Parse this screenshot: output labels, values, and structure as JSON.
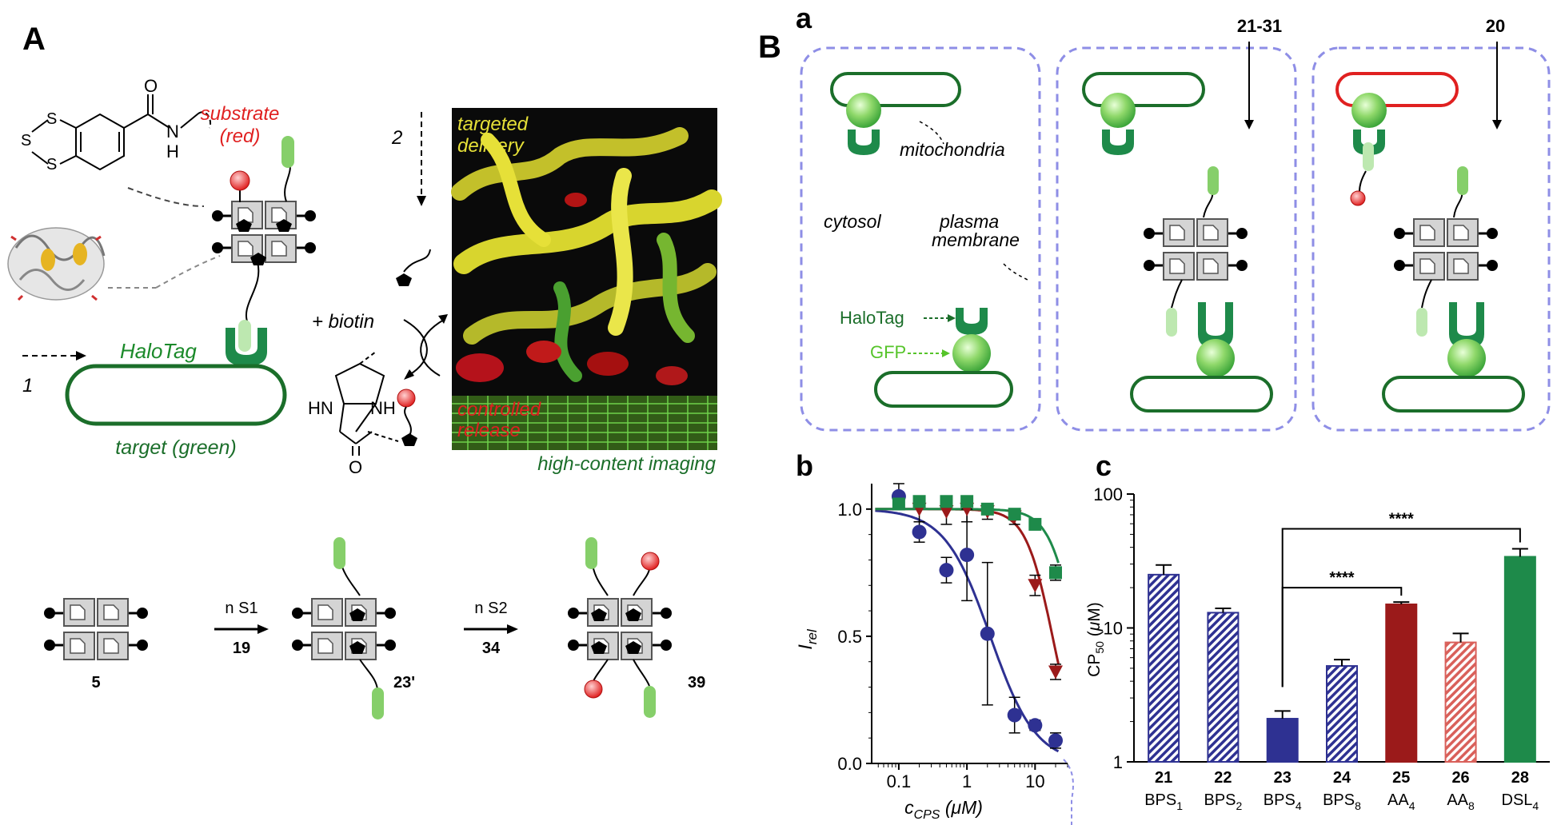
{
  "panel_A": {
    "label": "A",
    "substrate": [
      "substrate",
      "(red)"
    ],
    "step1": "1",
    "step2": "2",
    "halotag": "HaloTag",
    "target": "target (green)",
    "biotin": "+ biotin",
    "micro_top": [
      "targeted",
      "delivery"
    ],
    "micro_bottom": [
      "controlled",
      "release"
    ],
    "micro_caption": "high-content imaging",
    "chem": {
      "O": "O",
      "N": "N",
      "H": "H",
      "S": "S",
      "HN": "HN",
      "NH": "NH"
    },
    "scheme": {
      "compounds": [
        "5",
        "23'",
        "39"
      ],
      "arrows": [
        {
          "reagent": "n S1",
          "number": "19"
        },
        {
          "reagent": "n S2",
          "number": "34"
        }
      ]
    }
  },
  "panel_B": {
    "label": "B",
    "a": {
      "label": "a",
      "mitochondria": "mitochondria",
      "cytosol": "cytosol",
      "plasma": [
        "plasma",
        "membrane"
      ],
      "halotag": "HaloTag",
      "gfp": "GFP",
      "arrow2": "21-31",
      "arrow3": "20"
    },
    "b": {
      "label": "b"
    },
    "c": {
      "label": "c"
    }
  },
  "chart_data": [
    {
      "type": "line",
      "panel": "b",
      "xlabel": "cCPS (μM)",
      "ylabel": "Irel",
      "x_scale": "log",
      "xticks": [
        "0.1",
        "1",
        "10"
      ],
      "yticks": [
        "0.0",
        "0.5",
        "1.0"
      ],
      "ylim": [
        0,
        1.1
      ],
      "series": [
        {
          "color": "#2e3192",
          "marker": "circle",
          "x": [
            0.1,
            0.2,
            0.5,
            1,
            2,
            5,
            10,
            20
          ],
          "y": [
            1.05,
            0.91,
            0.76,
            0.82,
            0.51,
            0.19,
            0.15,
            0.09
          ],
          "err": [
            0.05,
            0.04,
            0.05,
            0.18,
            0.28,
            0.07,
            0.02,
            0.03
          ]
        },
        {
          "color": "#9b1a1a",
          "marker": "triangle-down",
          "x": [
            0.2,
            0.5,
            1,
            2,
            5,
            10,
            20
          ],
          "y": [
            1.0,
            0.99,
            1.0,
            0.99,
            0.97,
            0.7,
            0.36
          ],
          "err": [
            0.05,
            0.05,
            0.05,
            0.03,
            0.03,
            0.04,
            0.03
          ]
        },
        {
          "color": "#1e8a4a",
          "marker": "square",
          "x": [
            0.1,
            0.2,
            0.5,
            1,
            2,
            5,
            10,
            20
          ],
          "y": [
            1.02,
            1.03,
            1.03,
            1.03,
            1.0,
            0.98,
            0.94,
            0.75
          ],
          "err": [
            0.02,
            0.02,
            0.02,
            0.02,
            0.02,
            0.02,
            0.02,
            0.03
          ]
        }
      ]
    },
    {
      "type": "bar",
      "panel": "c",
      "ylabel": "CP50 (μM)",
      "y_scale": "log",
      "ylim": [
        1,
        100
      ],
      "yticks": [
        "1",
        "10",
        "100"
      ],
      "categories": [
        "21",
        "22",
        "23",
        "24",
        "25",
        "26",
        "28"
      ],
      "names": [
        "BPS1",
        "BPS2",
        "BPS4",
        "BPS8",
        "AA4",
        "AA8",
        "DSL4"
      ],
      "values": [
        25,
        13,
        2.1,
        5.2,
        15,
        7.8,
        34
      ],
      "errors": [
        4.5,
        1.0,
        0.3,
        0.6,
        0.6,
        1.3,
        5
      ],
      "fills": [
        "#2e3192",
        "#2e3192",
        "#2e3192",
        "#2e3192",
        "#9b1a1a",
        "#d9605a",
        "#1e8a4a"
      ],
      "hatched": [
        true,
        true,
        false,
        true,
        false,
        true,
        false
      ],
      "significance": [
        {
          "from": "23",
          "to": "25",
          "label": "****"
        },
        {
          "from": "23",
          "to": "28",
          "label": "****"
        }
      ]
    }
  ]
}
